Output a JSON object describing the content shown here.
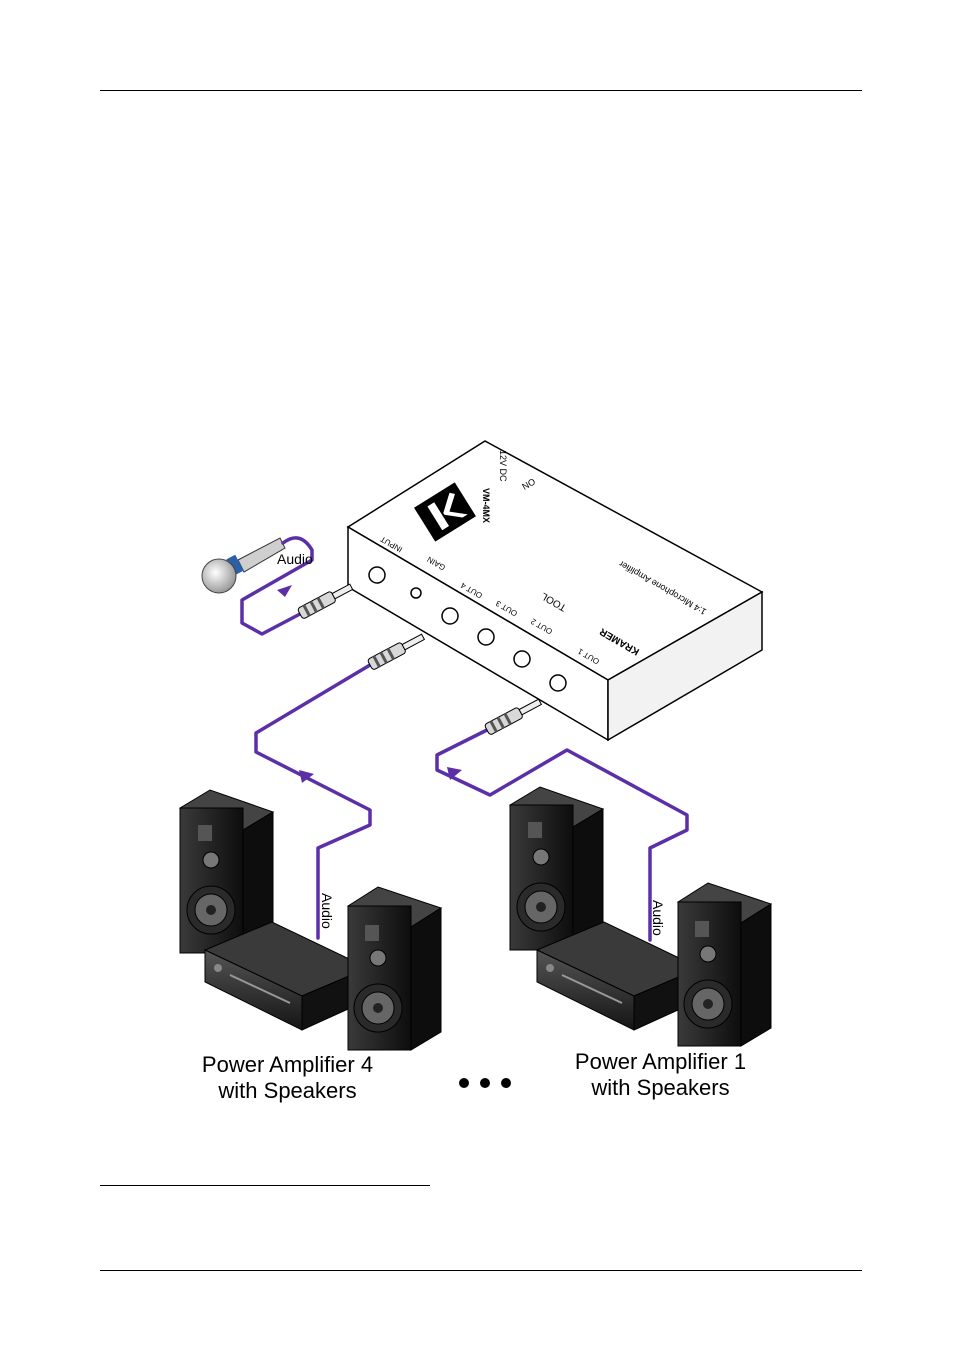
{
  "device": {
    "model": "VM-4MX",
    "description": "1:4 Microphone Amplifier",
    "brand": "KRAMER",
    "brand_logo_text": "KRAMER",
    "tool_text": "TOOL",
    "ports": {
      "dc": "12V DC",
      "on": "ON",
      "input": "INPUT",
      "gain": "GAIN",
      "out4": "OUT 4",
      "out3": "OUT 3",
      "out2": "OUT 2",
      "out1": "OUT 1"
    }
  },
  "cables": {
    "mic_label": "Audio",
    "amp4_label": "Audio",
    "amp1_label": "Audio"
  },
  "groups": {
    "amp4": {
      "line1": "Power Amplifier 4",
      "line2": "with Speakers"
    },
    "amp1": {
      "line1": "Power Amplifier 1",
      "line2": "with Speakers"
    }
  },
  "colors": {
    "cable": "#5b2fa8",
    "panel": "#ffffff",
    "speaker": "#1a1a1a"
  }
}
